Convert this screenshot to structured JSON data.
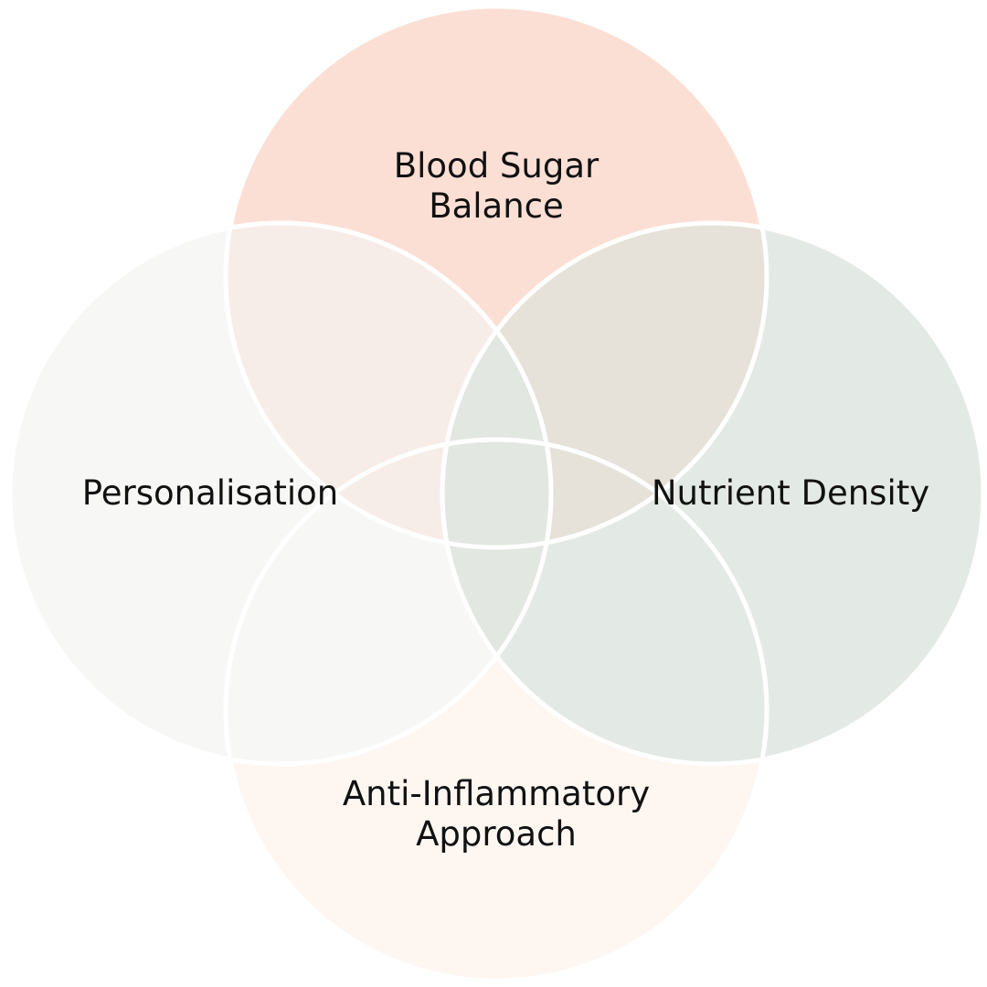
{
  "labels": {
    "top_line1": "Blood Sugar",
    "top_line2": "Balance",
    "left": "Personalisation",
    "right": "Nutrient Density",
    "bottom_line1": "Anti-Inflammatory",
    "bottom_line2": "Approach"
  },
  "colors": {
    "top": "#fcdfd4",
    "left": "#f7f7f6",
    "right": "#e3eae5",
    "bottom": "#fdf6f1",
    "top_left": "#f7ede8",
    "top_right": "#e6e2da",
    "left_right": "#e2e7e1",
    "stroke": "#ffffff"
  }
}
